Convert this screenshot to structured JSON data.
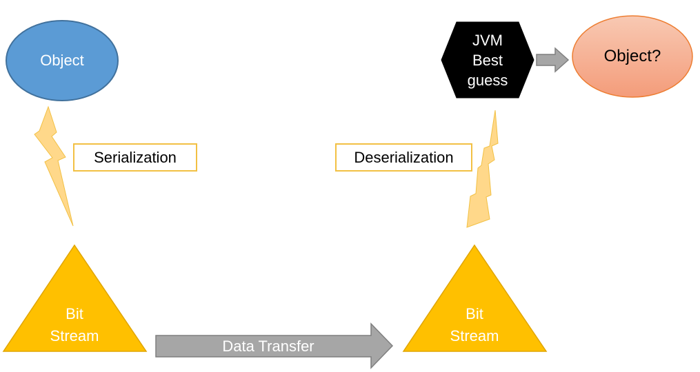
{
  "object_left": "Object",
  "jvm_label": [
    "JVM",
    "Best",
    "guess"
  ],
  "object_right": "Object?",
  "serialization": "Serialization",
  "deserialization": "Deserialization",
  "bitstream_left": [
    "Bit",
    "Stream"
  ],
  "bitstream_right": [
    "Bit",
    "Stream"
  ],
  "data_transfer": "Data Transfer",
  "colors": {
    "object_blue": "#5b9bd5",
    "object_blue_border": "#41719c",
    "triangle": "#ffc000",
    "triangle_border": "#e0a500",
    "lightning": "#ffd88a",
    "lightning_border": "#f2c043",
    "arrow": "#a6a6a6",
    "arrow_border": "#7f7f7f",
    "hexagon": "#000000",
    "object_orange_top": "#f8c3aa",
    "object_orange_bottom": "#f4a07f",
    "object_orange_border": "#ed7d31"
  }
}
